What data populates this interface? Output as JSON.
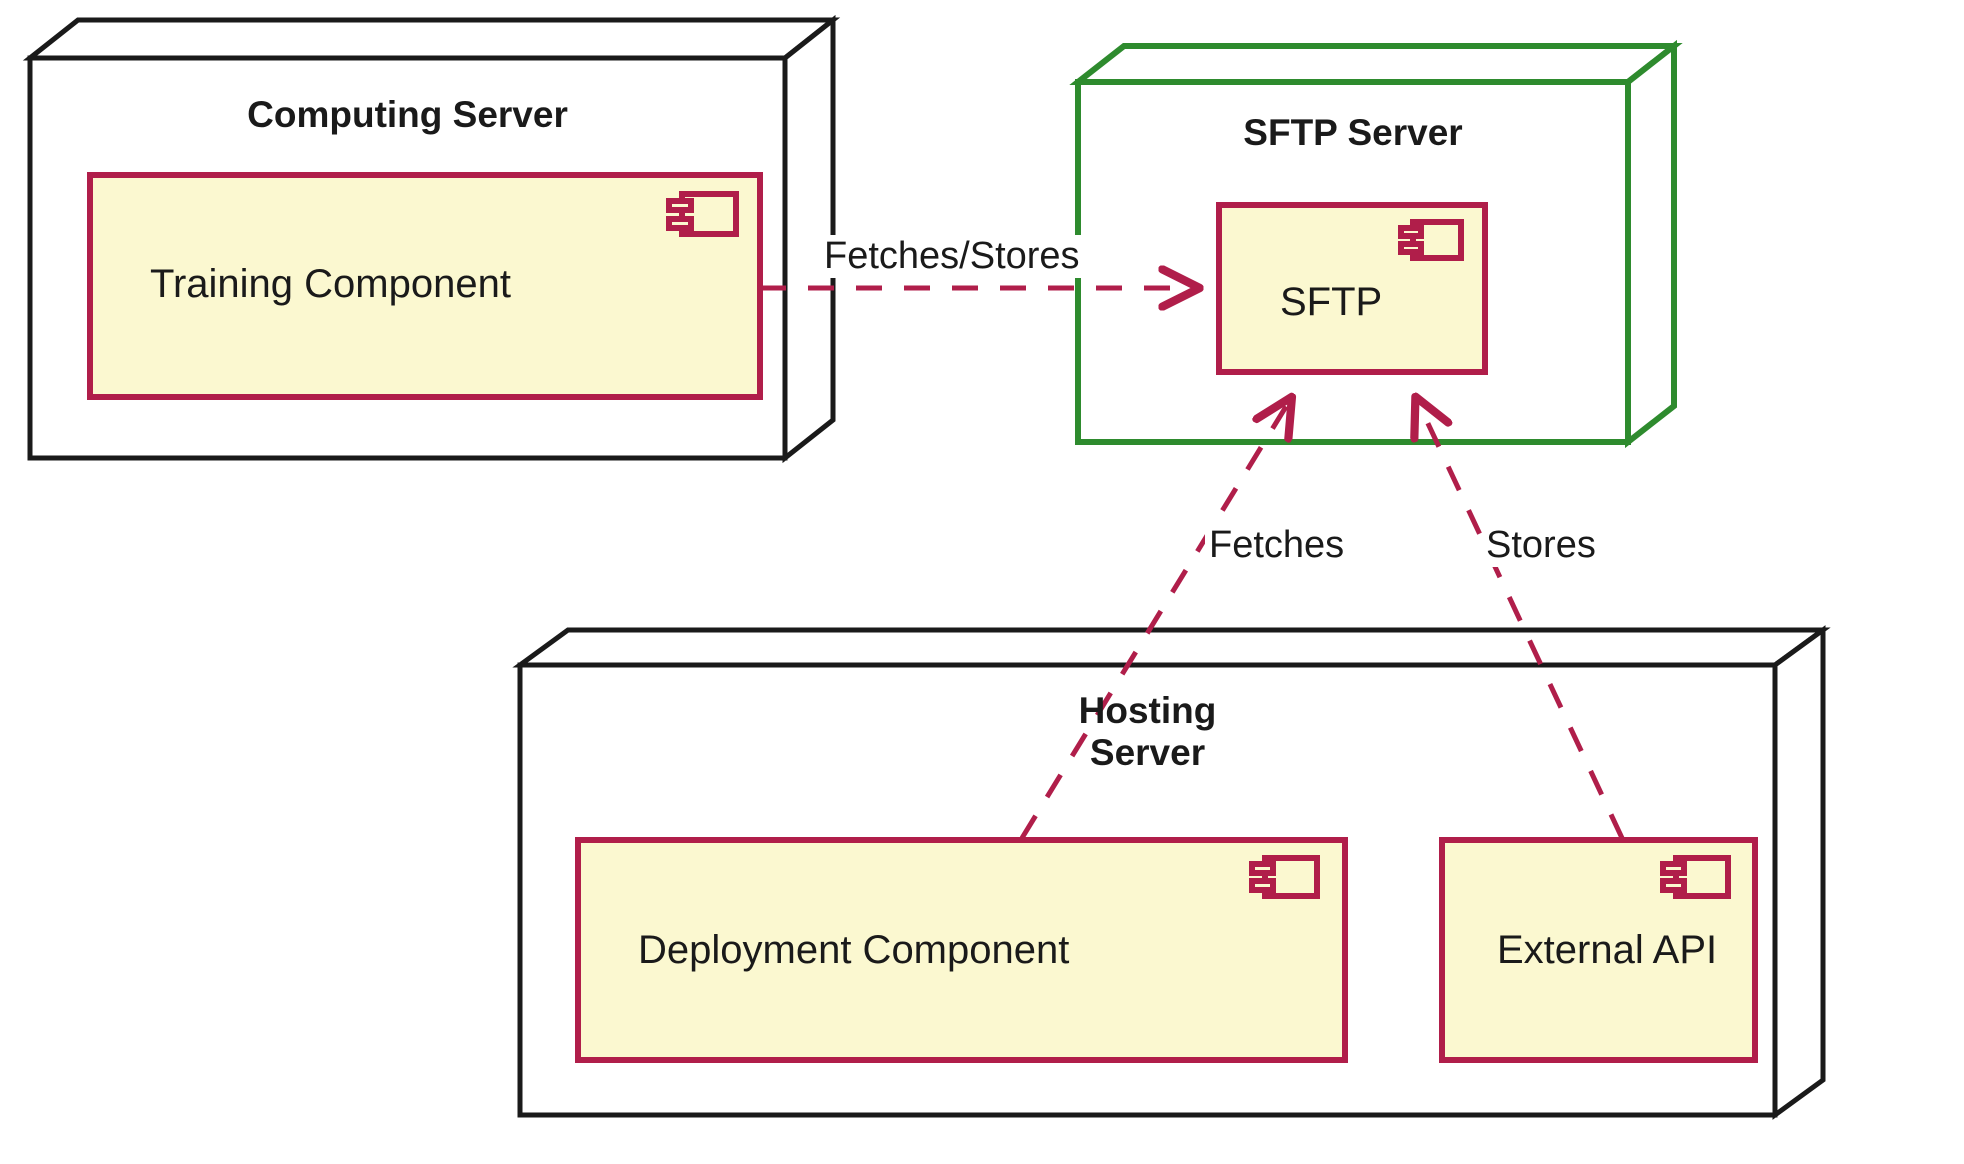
{
  "diagram": {
    "type": "uml-deployment-diagram",
    "background": "#ffffff",
    "colors": {
      "node_border_default": "#1a1a1a",
      "node_border_highlight": "#2E8B2E",
      "component_border": "#B01E4A",
      "component_fill": "#FBF8D0",
      "edge": "#B01E4A",
      "text": "#1a1a1a"
    }
  },
  "nodes": [
    {
      "id": "computing-server",
      "title": "Computing Server",
      "border_color": "#1a1a1a",
      "components": [
        {
          "id": "training-component",
          "label": "Training Component",
          "icon": "uml-component-icon"
        }
      ]
    },
    {
      "id": "sftp-server",
      "title": "SFTP Server",
      "border_color": "#2E8B2E",
      "components": [
        {
          "id": "sftp-component",
          "label": "SFTP",
          "icon": "uml-component-icon"
        }
      ]
    },
    {
      "id": "hosting-server",
      "title": "Hosting\nServer",
      "border_color": "#1a1a1a",
      "components": [
        {
          "id": "deployment-component",
          "label": "Deployment Component",
          "icon": "uml-component-icon"
        },
        {
          "id": "external-api-component",
          "label": "External API",
          "icon": "uml-component-icon"
        }
      ]
    }
  ],
  "edges": [
    {
      "id": "edge-training-to-sftp",
      "label": "Fetches/Stores",
      "from": "training-component",
      "to": "sftp-component",
      "style": "dashed",
      "arrow": "open"
    },
    {
      "id": "edge-deployment-to-sftp",
      "label": "Fetches",
      "from": "deployment-component",
      "to": "sftp-component",
      "style": "dashed",
      "arrow": "open"
    },
    {
      "id": "edge-externalapi-to-sftp",
      "label": "Stores",
      "from": "external-api-component",
      "to": "sftp-component",
      "style": "dashed",
      "arrow": "open"
    }
  ]
}
